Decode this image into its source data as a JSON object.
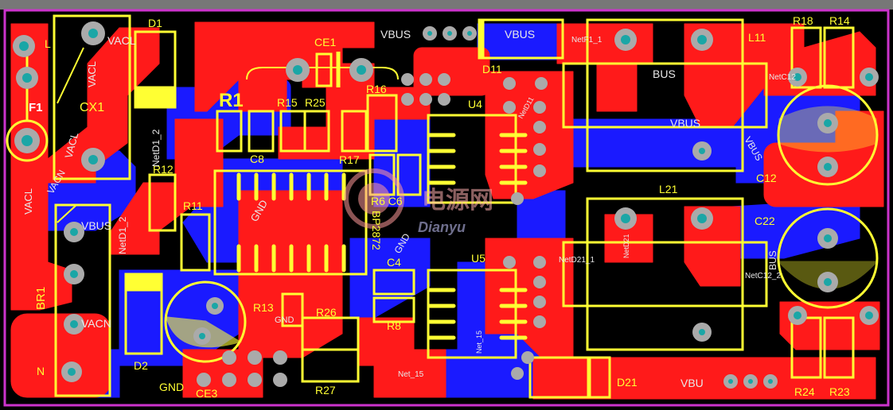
{
  "colors": {
    "background": "#000000",
    "top_copper": "#ff1a1a",
    "bottom_copper": "#1a1aff",
    "silkscreen": "#ffff33",
    "pad": "#aaaaaa",
    "pad_hole": "#1aa6a6",
    "frame_top": "#777777",
    "frame_side": "#cc33cc",
    "net_label": "#e8e8e8"
  },
  "designators": {
    "L": "L",
    "N": "N",
    "F1": "F1",
    "CX1": "CX1",
    "D1": "D1",
    "R1": "R1",
    "CE1": "CE1",
    "R15": "R15",
    "R25": "R25",
    "R16": "R16",
    "R17": "R17",
    "C8": "C8",
    "R12": "R12",
    "R11": "R11",
    "BR1": "BR1",
    "D2": "D2",
    "CE3": "CE3",
    "R13": "R13",
    "R26": "R26",
    "R27": "R27",
    "R8": "R8",
    "C4": "C4",
    "R6C6": "R6 C6",
    "U4": "U4",
    "U5": "U5",
    "D11": "D11",
    "D21": "D21",
    "L11": "L11",
    "L21": "L21",
    "R18": "R18",
    "R14": "R14",
    "C12": "C12",
    "C22": "C22",
    "R24": "R24",
    "R23": "R23",
    "BP2872": "BP2872",
    "GND": "GND"
  },
  "nets": {
    "VBUS": "VBUS",
    "VACL": "VACL",
    "VACN": "VACN",
    "GND": "GND",
    "NetD1_2": "NetD1_2",
    "NetF1_1": "NetF1_1",
    "NetC12": "NetC12",
    "NetD21_1": "NetD21_1",
    "NetC12_2": "NetC12_2",
    "Net_15": "Net_15",
    "BUS": "BUS",
    "NetD11": "NetD11",
    "NetD21": "NetD21",
    "VBU": "VBU"
  },
  "watermark": {
    "cn": "电源网",
    "en": "Dianyu"
  }
}
